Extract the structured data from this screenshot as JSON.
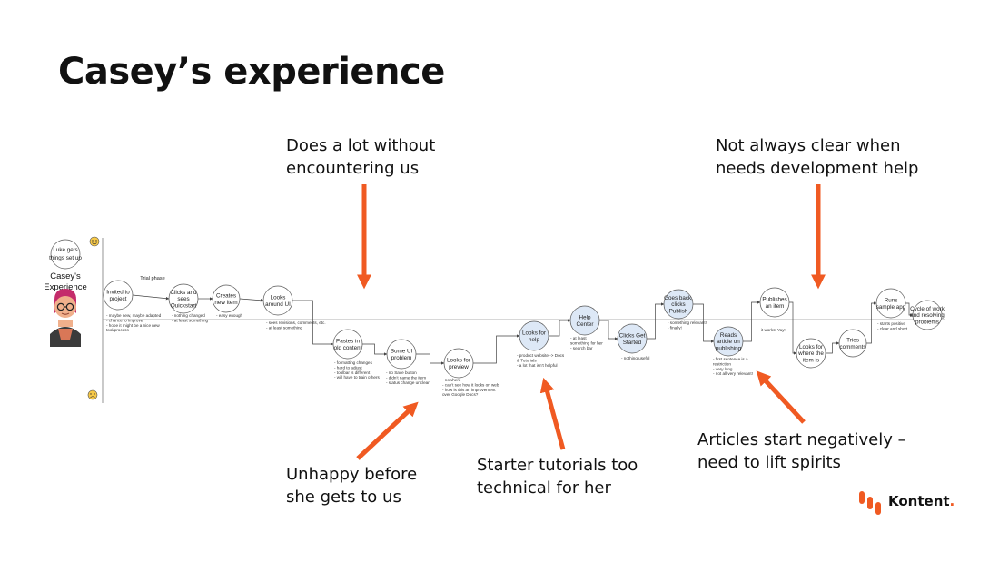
{
  "title": "Casey’s experience",
  "callouts": {
    "top_left": [
      "Does a lot without",
      "encountering us"
    ],
    "top_right": [
      "Not always clear when",
      "needs development help"
    ],
    "bottom_left": [
      "Unhappy before",
      "she gets to us"
    ],
    "bottom_mid": [
      "Starter tutorials too",
      "technical for her"
    ],
    "bottom_right": [
      "Articles start negatively –",
      "need to lift spirits"
    ]
  },
  "journey": {
    "persona_name": [
      "Casey's",
      "Experience"
    ],
    "start_bubble": [
      "Luke gets",
      "things set up"
    ],
    "happy_icon": "smile-emoji-icon",
    "sad_icon": "frown-emoji-icon",
    "phase_label": "Trial phase",
    "steps": [
      {
        "id": "invited",
        "lines": [
          "Invited to",
          "project"
        ],
        "notes": [
          "- maybe new, maybe adapted",
          "- chance to improve",
          "- hope it might be a nice new",
          "tool/process"
        ],
        "highlight": false
      },
      {
        "id": "quickstart",
        "lines": [
          "Clicks and",
          "sees",
          "Quickstart"
        ],
        "notes": [
          "- nothing changed",
          "- at least something"
        ],
        "highlight": false
      },
      {
        "id": "new-item",
        "lines": [
          "Creates",
          "new item"
        ],
        "notes": [
          "- easy enough"
        ],
        "highlight": false
      },
      {
        "id": "looks-ui",
        "lines": [
          "Looks",
          "around UI"
        ],
        "notes": [
          "- sees revisions, comments, etc.",
          "- at least something"
        ],
        "highlight": false
      },
      {
        "id": "pastes",
        "lines": [
          "Pastes in",
          "old content"
        ],
        "notes": [
          "- formatting changes",
          "- hard to adjust",
          "- toolbar is different",
          "- will have to train others"
        ],
        "highlight": false
      },
      {
        "id": "ui-problem",
        "lines": [
          "Some UI",
          "problem"
        ],
        "notes": [
          "- no Save button",
          "- didn't name the item",
          "- status change unclear"
        ],
        "highlight": false
      },
      {
        "id": "preview",
        "lines": [
          "Looks for",
          "preview"
        ],
        "notes": [
          "- nowhere",
          "- can't see how it looks on web",
          "- how is this an improvement",
          "over Google Docs?"
        ],
        "highlight": false
      },
      {
        "id": "help",
        "lines": [
          "Looks for",
          "help"
        ],
        "notes": [
          "- product website -> Docs",
          "& Tutorials",
          "- a lot that isn't helpful"
        ],
        "highlight": true
      },
      {
        "id": "help-center",
        "lines": [
          "Help",
          "Center"
        ],
        "notes": [
          "- at least",
          "something for her",
          "- search bar"
        ],
        "highlight": true
      },
      {
        "id": "get-started",
        "lines": [
          "Clicks Get",
          "Started"
        ],
        "notes": [
          "- nothing useful"
        ],
        "highlight": true
      },
      {
        "id": "publish",
        "lines": [
          "Goes back,",
          "clicks",
          "Publish"
        ],
        "notes": [
          "- something relevant!",
          "- finally!"
        ],
        "highlight": true
      },
      {
        "id": "reads-article",
        "lines": [
          "Reads",
          "article on",
          "publishing"
        ],
        "notes": [
          "- first sentence is a",
          "restriction",
          "- very long",
          "- not all very relevant!"
        ],
        "highlight": true
      },
      {
        "id": "publishes",
        "lines": [
          "Publishes",
          "an item"
        ],
        "notes": [
          "- it works! Yay!"
        ],
        "highlight": false
      },
      {
        "id": "where-item",
        "lines": [
          "Looks for",
          "where the",
          "item is"
        ],
        "notes": [],
        "highlight": false
      },
      {
        "id": "comments",
        "lines": [
          "Tries",
          "comments"
        ],
        "notes": [],
        "highlight": false
      },
      {
        "id": "sample-app",
        "lines": [
          "Runs",
          "sample app"
        ],
        "notes": [
          "- starts positive",
          "- clear and short"
        ],
        "highlight": false
      },
      {
        "id": "cycle",
        "lines": [
          "Cycle of work",
          "and resolving",
          "problems"
        ],
        "notes": [],
        "highlight": false
      }
    ]
  },
  "brand": {
    "name": "Kontent",
    "dot": ".",
    "accent": "#f05a22",
    "highlight_fill": "#dde8f6"
  }
}
